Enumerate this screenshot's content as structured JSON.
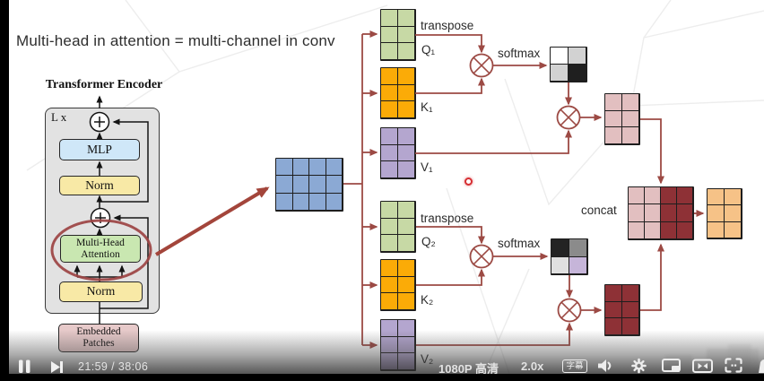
{
  "heading": "Multi-head in attention = multi-channel in conv",
  "encoder": {
    "title": "Transformer Encoder",
    "loop_label": "L x",
    "mlp": "MLP",
    "norm_top": "Norm",
    "mha_line1": "Multi-Head",
    "mha_line2": "Attention",
    "norm_bottom": "Norm",
    "embedded_line1": "Embedded",
    "embedded_line2": "Patches"
  },
  "attention": {
    "labels": [
      {
        "id": "transpose1",
        "text": "transpose"
      },
      {
        "id": "q1",
        "text": "Q₁"
      },
      {
        "id": "k1",
        "text": "K₁"
      },
      {
        "id": "v1",
        "text": "V₁"
      },
      {
        "id": "softmax1",
        "text": "softmax"
      },
      {
        "id": "transpose2",
        "text": "transpose"
      },
      {
        "id": "q2",
        "text": "Q₂"
      },
      {
        "id": "k2",
        "text": "K₂"
      },
      {
        "id": "v2",
        "text": "V₂"
      },
      {
        "id": "softmax2",
        "text": "softmax"
      },
      {
        "id": "concat",
        "text": "concat"
      }
    ],
    "matrices": [
      {
        "id": "input",
        "rows": 3,
        "cols": 4,
        "fill": "#8ba9d4"
      },
      {
        "id": "q1m",
        "rows": 3,
        "cols": 2,
        "fill": "#c7d9a5"
      },
      {
        "id": "k1m",
        "rows": 3,
        "cols": 2,
        "fill": "#fbab07"
      },
      {
        "id": "v1m",
        "rows": 3,
        "cols": 2,
        "fill": "#b4a6cf"
      },
      {
        "id": "q2m",
        "rows": 3,
        "cols": 2,
        "fill": "#c7d9a5"
      },
      {
        "id": "k2m",
        "rows": 3,
        "cols": 2,
        "fill": "#fbab07"
      },
      {
        "id": "v2m",
        "rows": 3,
        "cols": 2,
        "fill": "#b4a6cf"
      },
      {
        "id": "attn1",
        "rows": 2,
        "cols": 2,
        "cells": [
          "#ffffff",
          "#d2d2d2",
          "#d2d2d2",
          "#1f1f1f"
        ]
      },
      {
        "id": "attn2",
        "rows": 2,
        "cols": 2,
        "cells": [
          "#232323",
          "#8b8b8b",
          "#e0e0e0",
          "#c6b5d9"
        ]
      },
      {
        "id": "head1out",
        "rows": 3,
        "cols": 2,
        "fill": "#e2bfc0"
      },
      {
        "id": "head2out",
        "rows": 3,
        "cols": 2,
        "fill": "#8e3136"
      },
      {
        "id": "concatm",
        "rows": 3,
        "cols": 4,
        "cells": [
          "#e2bfc0",
          "#e2bfc0",
          "#8e3136",
          "#8e3136",
          "#e2bfc0",
          "#e2bfc0",
          "#8e3136",
          "#8e3136",
          "#e2bfc0",
          "#e2bfc0",
          "#8e3136",
          "#8e3136"
        ]
      },
      {
        "id": "finalout",
        "rows": 3,
        "cols": 2,
        "fill": "#f6c287"
      }
    ]
  },
  "player": {
    "time": "21:59 / 38:06",
    "quality": "1080P 高清",
    "speed": "2.0x",
    "subtitle": "字幕",
    "icons": [
      "pause-icon",
      "next-icon",
      "volume-icon",
      "settings-gear-icon",
      "pip-icon",
      "mini-player-icon",
      "fullscreen-icon"
    ]
  },
  "colors": {
    "connector": "#9c4a44",
    "highlight_ellipse": "#9c4343",
    "thick_arrow": "#a3453b"
  }
}
